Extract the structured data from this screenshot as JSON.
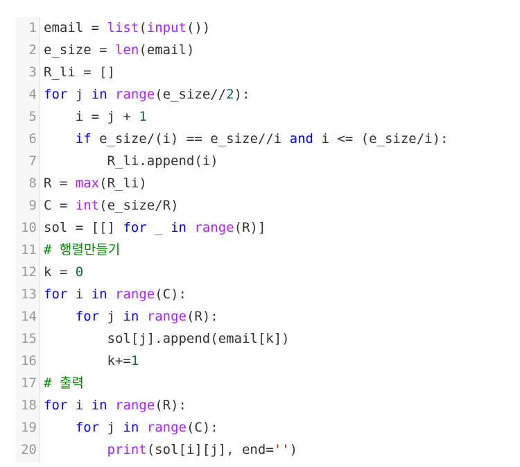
{
  "editor": {
    "lines": [
      [
        [
          "plain",
          "email "
        ],
        [
          "op",
          "="
        ],
        [
          "plain",
          " "
        ],
        [
          "builtin",
          "list"
        ],
        [
          "plain",
          "("
        ],
        [
          "builtin",
          "input"
        ],
        [
          "plain",
          "())"
        ]
      ],
      [
        [
          "plain",
          "e_size "
        ],
        [
          "op",
          "="
        ],
        [
          "plain",
          " "
        ],
        [
          "builtin",
          "len"
        ],
        [
          "plain",
          "(email)"
        ]
      ],
      [
        [
          "plain",
          "R_li "
        ],
        [
          "op",
          "="
        ],
        [
          "plain",
          " []"
        ]
      ],
      [
        [
          "kw",
          "for"
        ],
        [
          "plain",
          " j "
        ],
        [
          "kw",
          "in"
        ],
        [
          "plain",
          " "
        ],
        [
          "builtin",
          "range"
        ],
        [
          "plain",
          "(e_size//"
        ],
        [
          "num",
          "2"
        ],
        [
          "plain",
          "):"
        ]
      ],
      [
        [
          "plain",
          "    i "
        ],
        [
          "op",
          "="
        ],
        [
          "plain",
          " j "
        ],
        [
          "op",
          "+"
        ],
        [
          "plain",
          " "
        ],
        [
          "num",
          "1"
        ]
      ],
      [
        [
          "plain",
          "    "
        ],
        [
          "kw",
          "if"
        ],
        [
          "plain",
          " e_size/(i) "
        ],
        [
          "op",
          "=="
        ],
        [
          "plain",
          " e_size//i "
        ],
        [
          "kw",
          "and"
        ],
        [
          "plain",
          " i "
        ],
        [
          "op",
          "<="
        ],
        [
          "plain",
          " (e_size/i):"
        ]
      ],
      [
        [
          "plain",
          "        R_li.append(i)"
        ]
      ],
      [
        [
          "plain",
          "R "
        ],
        [
          "op",
          "="
        ],
        [
          "plain",
          " "
        ],
        [
          "builtin",
          "max"
        ],
        [
          "plain",
          "(R_li)"
        ]
      ],
      [
        [
          "plain",
          "C "
        ],
        [
          "op",
          "="
        ],
        [
          "plain",
          " "
        ],
        [
          "builtin",
          "int"
        ],
        [
          "plain",
          "(e_size/R)"
        ]
      ],
      [
        [
          "plain",
          "sol "
        ],
        [
          "op",
          "="
        ],
        [
          "plain",
          " [[] "
        ],
        [
          "kw",
          "for"
        ],
        [
          "plain",
          " _ "
        ],
        [
          "kw",
          "in"
        ],
        [
          "plain",
          " "
        ],
        [
          "builtin",
          "range"
        ],
        [
          "plain",
          "(R)]"
        ]
      ],
      [
        [
          "comment",
          "# 행렬만들기"
        ]
      ],
      [
        [
          "plain",
          "k "
        ],
        [
          "op",
          "="
        ],
        [
          "plain",
          " "
        ],
        [
          "num",
          "0"
        ]
      ],
      [
        [
          "kw",
          "for"
        ],
        [
          "plain",
          " i "
        ],
        [
          "kw",
          "in"
        ],
        [
          "plain",
          " "
        ],
        [
          "builtin",
          "range"
        ],
        [
          "plain",
          "(C):"
        ]
      ],
      [
        [
          "plain",
          "    "
        ],
        [
          "kw",
          "for"
        ],
        [
          "plain",
          " j "
        ],
        [
          "kw",
          "in"
        ],
        [
          "plain",
          " "
        ],
        [
          "builtin",
          "range"
        ],
        [
          "plain",
          "(R):"
        ]
      ],
      [
        [
          "plain",
          "        sol[j].append(email[k])"
        ]
      ],
      [
        [
          "plain",
          "        k"
        ],
        [
          "op",
          "+="
        ],
        [
          "num",
          "1"
        ]
      ],
      [
        [
          "comment",
          "# 출력"
        ]
      ],
      [
        [
          "kw",
          "for"
        ],
        [
          "plain",
          " i "
        ],
        [
          "kw",
          "in"
        ],
        [
          "plain",
          " "
        ],
        [
          "builtin",
          "range"
        ],
        [
          "plain",
          "(R):"
        ]
      ],
      [
        [
          "plain",
          "    "
        ],
        [
          "kw",
          "for"
        ],
        [
          "plain",
          " j "
        ],
        [
          "kw",
          "in"
        ],
        [
          "plain",
          " "
        ],
        [
          "builtin",
          "range"
        ],
        [
          "plain",
          "(C):"
        ]
      ],
      [
        [
          "plain",
          "        "
        ],
        [
          "builtin",
          "print"
        ],
        [
          "plain",
          "(sol[i][j], end"
        ],
        [
          "op",
          "="
        ],
        [
          "str",
          "''"
        ],
        [
          "plain",
          ")"
        ]
      ]
    ],
    "colors": {
      "keyword": "#0000ff",
      "builtin": "#aa22ff",
      "number": "#116644",
      "comment": "#008800",
      "string": "#aa1111",
      "gutter_bg": "#f7f7f7",
      "line_number": "#999999"
    }
  }
}
